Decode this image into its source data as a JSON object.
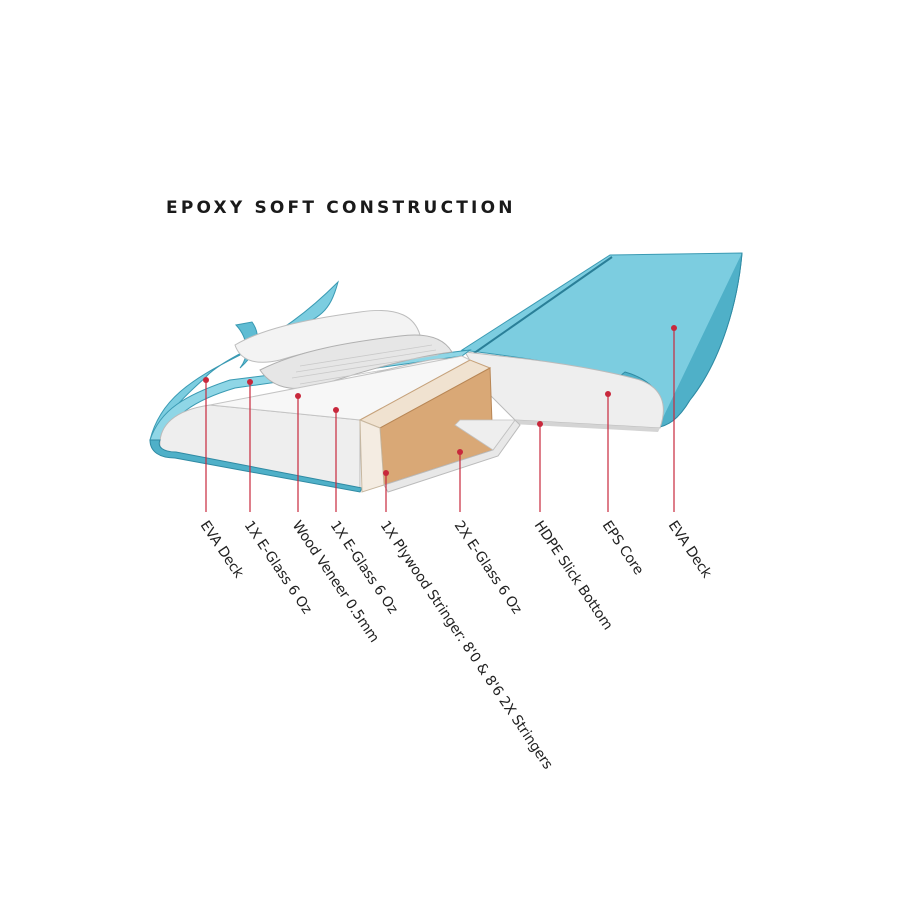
{
  "title": "EPOXY SOFT CONSTRUCTION",
  "colors": {
    "deck": "#7ccde0",
    "deck_dark": "#3a9ab3",
    "core": "#eeeeee",
    "stringer": "#d9a876",
    "callout": "#c8283c"
  },
  "callouts": [
    {
      "label": "EVA Deck"
    },
    {
      "label": "1X E-Glass 6 Oz"
    },
    {
      "label": "Wood Veneer 0.5mm"
    },
    {
      "label": "1X E-Glass 6 Oz"
    },
    {
      "label": "1X Plywood Stringer: 8'0 & 8'6 2X Stringers"
    },
    {
      "label": "2X E-Glass 6 Oz"
    },
    {
      "label": "HDPE Slick Bottom"
    },
    {
      "label": "EPS Core"
    },
    {
      "label": "EVA Deck"
    }
  ]
}
